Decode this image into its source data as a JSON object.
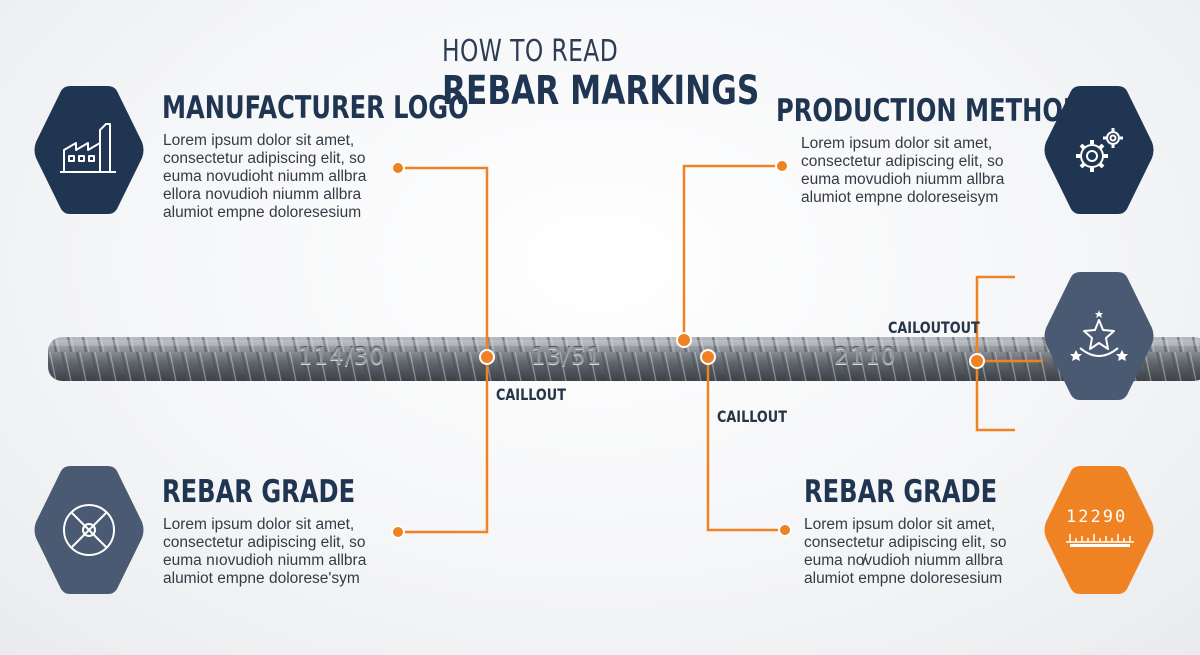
{
  "title": {
    "line1": "HOW TO READ",
    "line2": "REBAR MARKINGS"
  },
  "sections": {
    "manufacturer": {
      "heading": "MANUFACTURER LOGO",
      "lines": [
        "Lorem ipsum dolor sit amet,",
        "consectetur adipiscing elit, so",
        "euma novudioht niumm allbra",
        "ellora novudioh niumm allbra",
        "alumiot empne doloresesium"
      ]
    },
    "production": {
      "heading": "PRODUCTION METHOD",
      "lines": [
        "Lorem ipsum dolor sit amet,",
        "consectetur adipiscing elit, so",
        "euma movudioh niumm allbra",
        "alumiot empne doloreseisym"
      ]
    },
    "grade_left": {
      "heading": "REBAR GRADE",
      "lines": [
        "Lorem ipsum dolor sit amet,",
        "consectetur adipiscing elit, so",
        "euma nıovudioh niumm allbra",
        "alumiot empne dolorese'sym"
      ]
    },
    "grade_right": {
      "heading": "REBAR GRADE",
      "lines": [
        "Lorem ipsum dolor sit amet,",
        "consectetur adipiscing elit, so",
        "euma no̸vudioh niumm allbra",
        "alumiot empne doloresesium"
      ]
    }
  },
  "callouts": {
    "c1": "CAILLOUT",
    "c2": "CAILLOUT",
    "c3": "CAILOUTOUT"
  },
  "bar_marks": {
    "m1": "114/30",
    "m2": "13/51",
    "m3": "2110"
  },
  "ruler": {
    "numbers": "12290"
  },
  "icons": {
    "manufacturer": "factory-icon",
    "production": "gears-icon",
    "grade_left": "circle-target-icon",
    "stars": "star-icon",
    "ruler": "ruler-icon"
  },
  "colors": {
    "navy": "#1f3552",
    "slate": "#4a5a72",
    "orange": "#ef8222",
    "steel": "#7d848b"
  }
}
